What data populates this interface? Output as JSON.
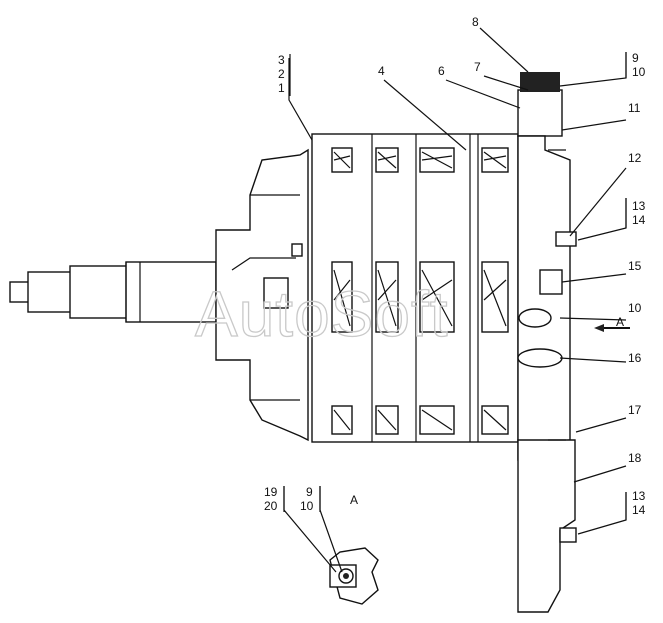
{
  "watermark": "AutoSoft",
  "view_label": "A",
  "arrow_label": "A",
  "callouts": {
    "c1": "1",
    "c2": "2",
    "c3": "3",
    "c4": "4",
    "c6": "6",
    "c7": "7",
    "c8": "8",
    "c9a": "9",
    "c10a": "10",
    "c11": "11",
    "c12": "12",
    "c13a": "13",
    "c14a": "14",
    "c15": "15",
    "c10b": "10",
    "c16": "16",
    "c17": "17",
    "c18": "18",
    "c13b": "13",
    "c14b": "14",
    "c19": "19",
    "c20": "20",
    "c9b": "9",
    "c10c": "10"
  }
}
